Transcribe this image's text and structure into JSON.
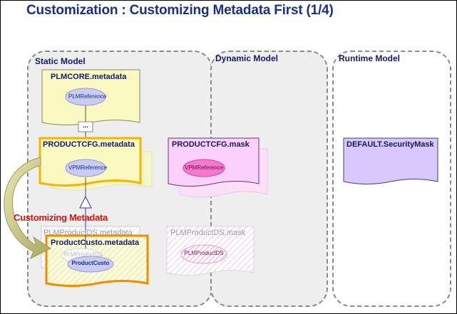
{
  "title": "Customization : Customizing Metadata First (1/4)",
  "regions": {
    "static": "Static Model",
    "dynamic": "Dynamic Model",
    "runtime": "Runtime Model"
  },
  "docs": {
    "plmcore": "PLMCORE.metadata",
    "productcfg": "PRODUCTCFG.metadata",
    "productcfg_mask": "PRODUCTCFG.mask",
    "plmproductds": "PLMProductDS.metadata",
    "plmproductds_mask": "PLMProductDS.mask",
    "productcusto": "ProductCusto.metadata",
    "default_mask": "DEFAULT.SecurityMask"
  },
  "nodes": {
    "plmreference": "PLMReference",
    "vpmreference": "VPMReference",
    "vpmreference_mask": "VPMReference",
    "plmproductds_inner": "PLMProductDS",
    "plmproductds_mask_inner": "PLMProductDS",
    "productcusto": "ProductCusto",
    "ellipsis": "..."
  },
  "highlight_label": "Customizing Metadata",
  "colors": {
    "title": "#1a2f8a",
    "highlight": "#e01010",
    "plmcore_fill": "#fbf9c2",
    "productcfg_border": "#f6b400",
    "custo_border": "#f08c00",
    "mask_fill": "#fbd0fb",
    "default_mask_fill": "#d9c8fb",
    "node_fill": "#c9ccf5",
    "mask_node_fill": "#f779cf"
  }
}
